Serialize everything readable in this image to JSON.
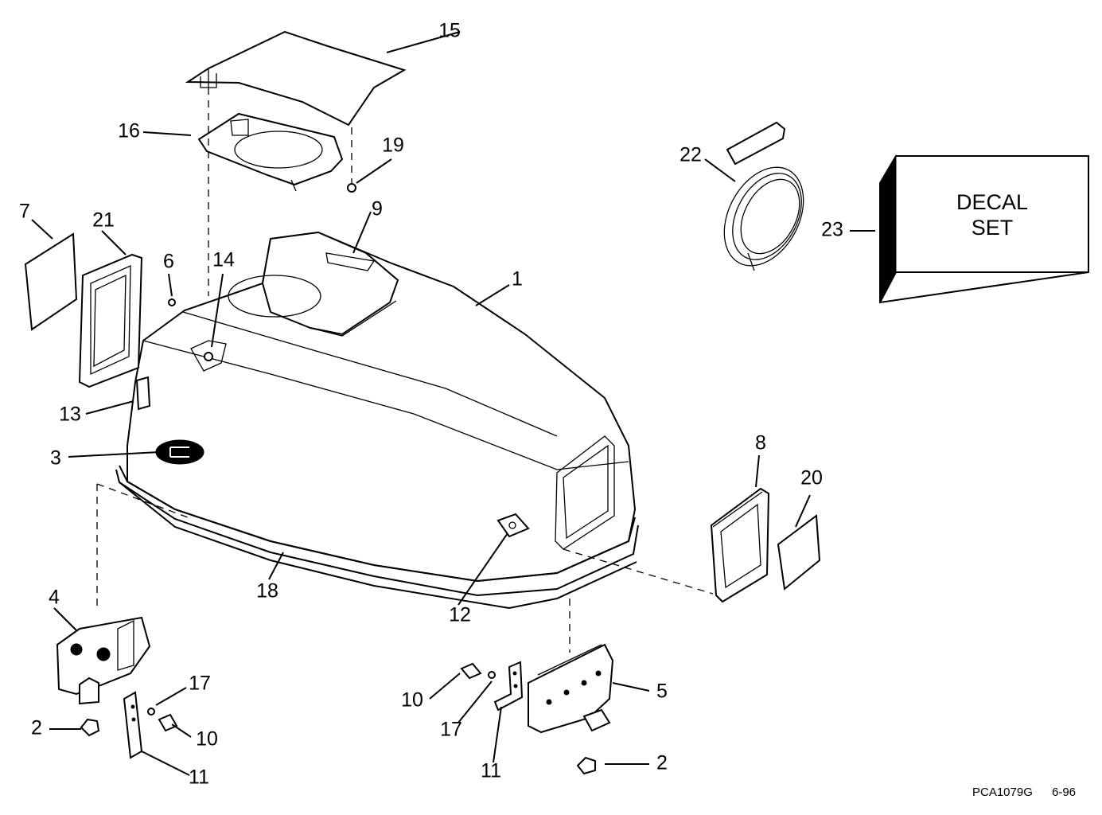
{
  "callouts": {
    "c1": "1",
    "c2a": "2",
    "c2b": "2",
    "c3": "3",
    "c4": "4",
    "c5": "5",
    "c6": "6",
    "c7": "7",
    "c8": "8",
    "c9": "9",
    "c10a": "10",
    "c10b": "10",
    "c11a": "11",
    "c11b": "11",
    "c12": "12",
    "c13": "13",
    "c14": "14",
    "c15": "15",
    "c16": "16",
    "c17a": "17",
    "c17b": "17",
    "c18": "18",
    "c19": "19",
    "c20": "20",
    "c21": "21",
    "c22": "22",
    "c23": "23"
  },
  "decal_box": {
    "line1": "DECAL",
    "line2": "SET"
  },
  "footer": {
    "code": "PCA1079G",
    "date": "6-96"
  }
}
